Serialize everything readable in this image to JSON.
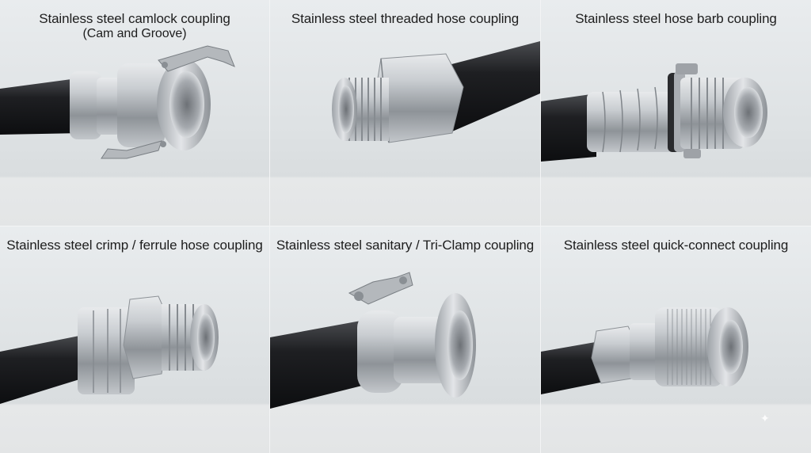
{
  "panels": [
    {
      "title": "Stainless steel camlock coupling",
      "subtitle": "(Cam and Groove)",
      "icon": "camlock-coupling-icon"
    },
    {
      "title": "Stainless steel threaded hose coupling",
      "icon": "threaded-coupling-icon"
    },
    {
      "title": "Stainless steel hose barb coupling",
      "icon": "hose-barb-coupling-icon"
    },
    {
      "title": "Stainless steel crimp / ferrule hose coupling",
      "icon": "crimp-ferrule-coupling-icon"
    },
    {
      "title": "Stainless steel sanitary / Tri-Clamp coupling",
      "icon": "tri-clamp-coupling-icon"
    },
    {
      "title": "Stainless steel quick-connect coupling",
      "icon": "quick-connect-coupling-icon"
    }
  ],
  "colors": {
    "hose": "#1b1c1e",
    "steel": "#b9bdc1",
    "background": "#dfe3e5"
  }
}
